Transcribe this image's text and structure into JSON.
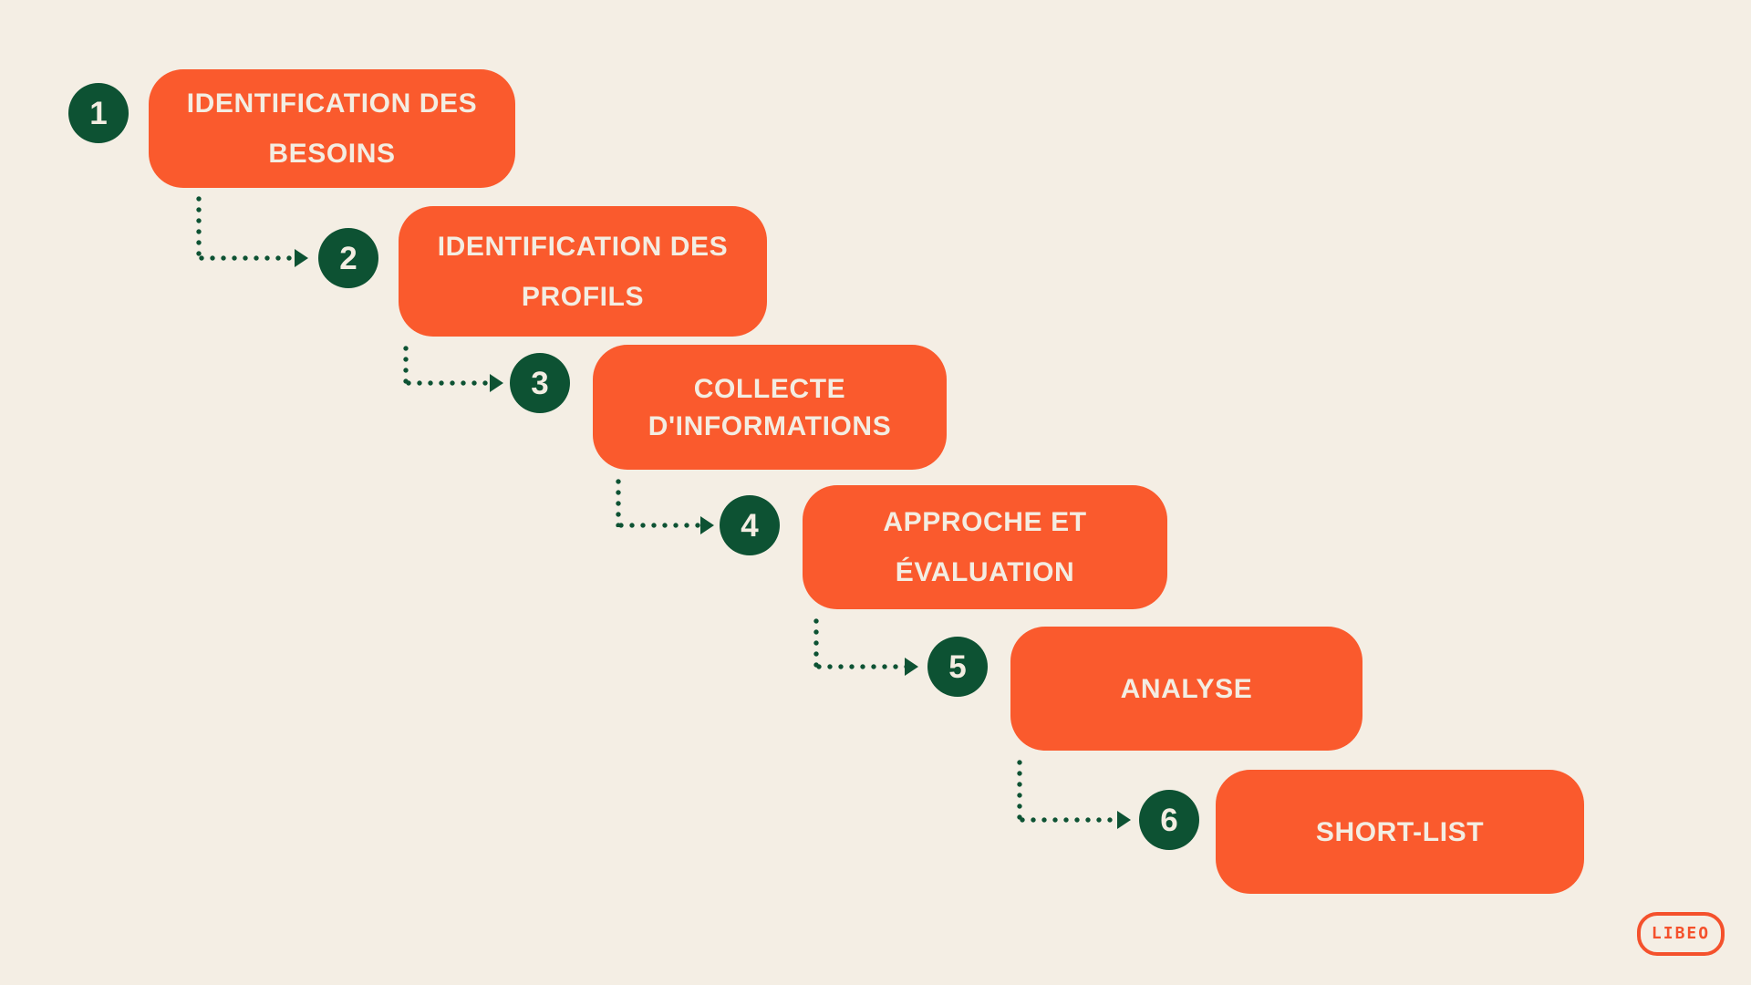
{
  "steps": [
    {
      "number": "1",
      "label": "IDENTIFICATION DES\nBESOINS"
    },
    {
      "number": "2",
      "label": "IDENTIFICATION DES\nPROFILS"
    },
    {
      "number": "3",
      "label": "COLLECTE\nD'INFORMATIONS"
    },
    {
      "number": "4",
      "label": "APPROCHE ET\nÉVALUATION"
    },
    {
      "number": "5",
      "label": "ANALYSE"
    },
    {
      "number": "6",
      "label": "SHORT-LIST"
    }
  ],
  "logo": {
    "text": "LIBEO"
  },
  "colors": {
    "page_bg": "#F4EEE4",
    "box_orange": "#FA5A2D",
    "circle_green": "#0D5233",
    "text_cream": "#F3EDE2",
    "logo_orange": "#F4512C"
  }
}
